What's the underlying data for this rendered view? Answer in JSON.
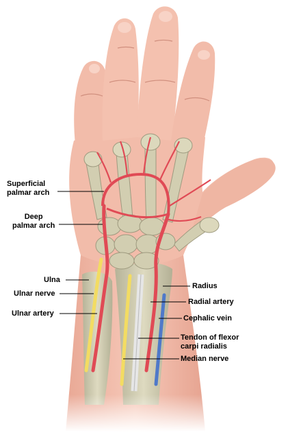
{
  "labels": {
    "superficial_palmar_arch": "Superficial\npalmar arch",
    "deep_palmar_arch": "Deep\npalmar arch",
    "ulna": "Ulna",
    "ulnar_nerve": "Ulnar nerve",
    "ulnar_artery": "Ulnar artery",
    "radius": "Radius",
    "radial_artery": "Radial artery",
    "cephalic_vein": "Cephalic vein",
    "tendon_flexor_carpi_radialis": "Tendon of flexor\ncarpi radialis",
    "median_nerve": "Median nerve"
  },
  "colors": {
    "skin": "#f2bcaa",
    "skin_shade": "#dd9886",
    "bone": "#d4d0b3",
    "bone_shade": "#a9a689",
    "artery": "#e04a55",
    "nerve": "#f3dc62",
    "vein": "#4f79c9",
    "tendon": "#e8e8e8",
    "leader": "#000000"
  }
}
